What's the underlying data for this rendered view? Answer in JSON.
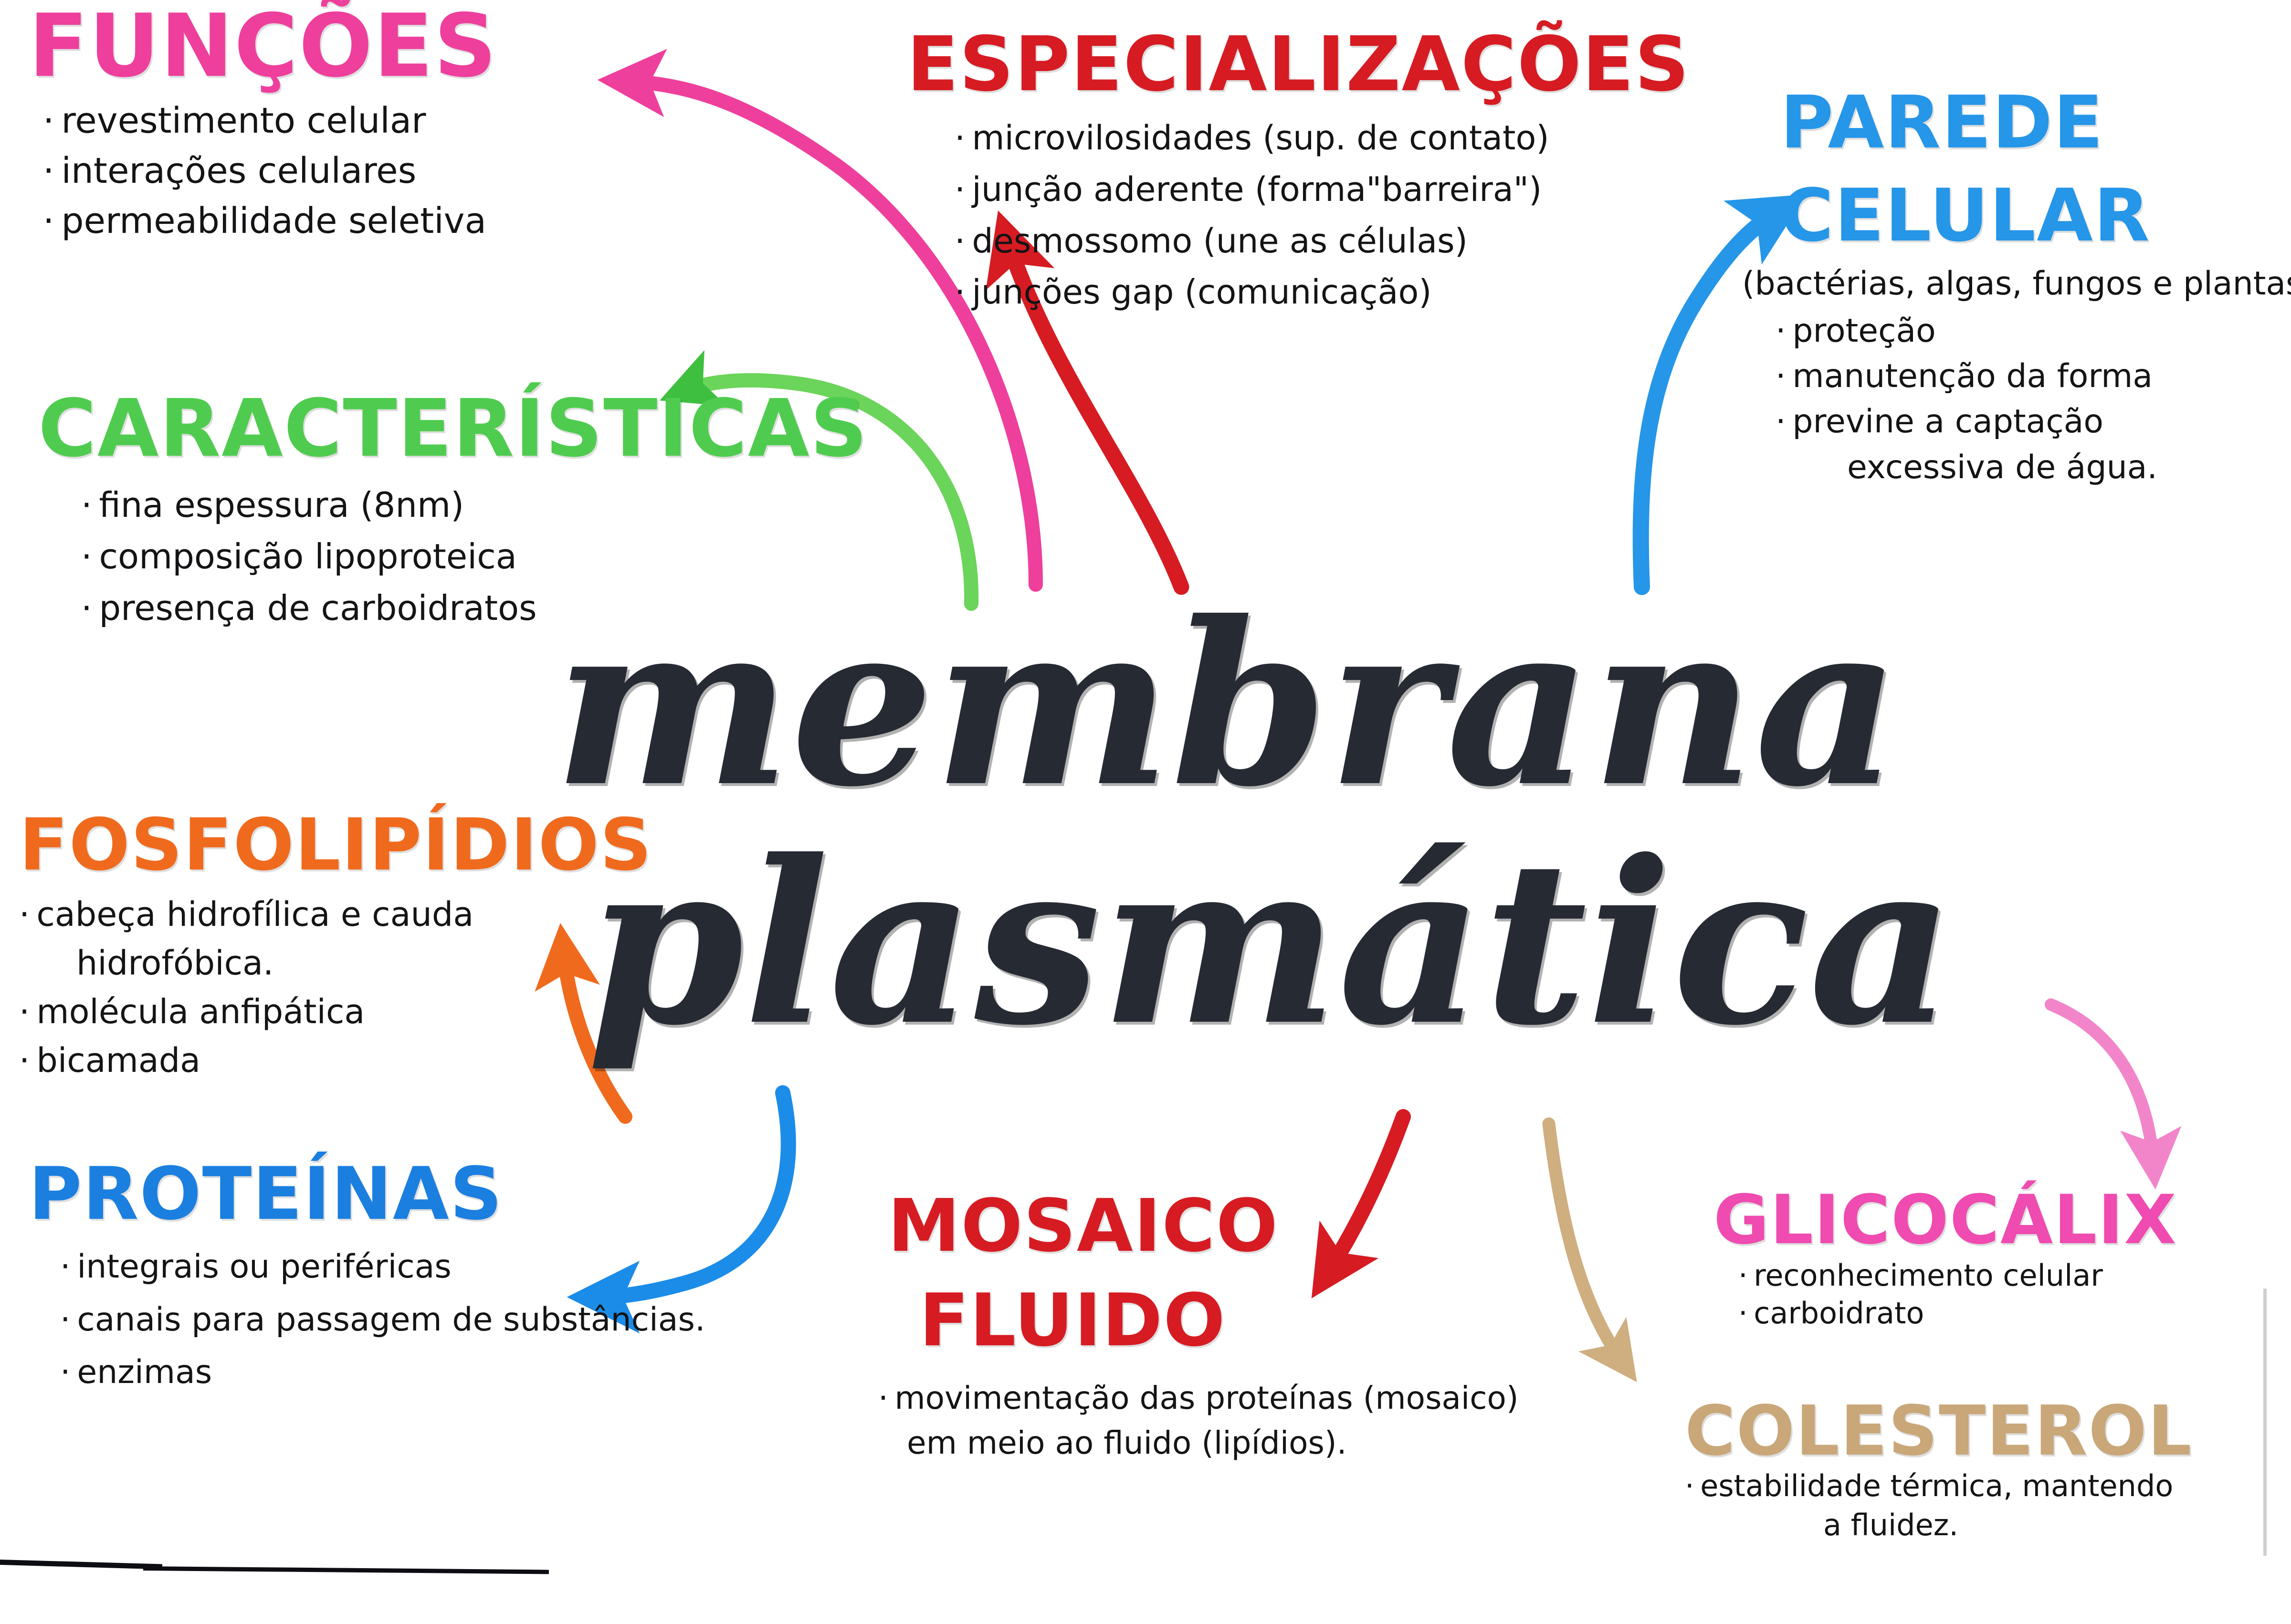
{
  "center": {
    "line1": "membrana",
    "line2": "plasmática",
    "color": "#262a33"
  },
  "nodes": [
    {
      "id": "funcoes",
      "title": "FUNÇÕES",
      "color": "#ee3f9c",
      "bullets": [
        "revestimento celular",
        "interações celulares",
        "permeabilidade seletiva"
      ]
    },
    {
      "id": "especializacoes",
      "title": "ESPECIALIZAÇÕES",
      "color": "#d61b22",
      "bullets": [
        "microvilosidades (sup. de contato)",
        "junção aderente (forma\"barreira\")",
        "desmossomo (une as células)",
        "junções gap (comunicação)"
      ]
    },
    {
      "id": "parede",
      "title_line1": "PAREDE",
      "title_line2": "CELULAR",
      "color": "#2596e8",
      "subnote": "(bactérias, algas, fungos e plantas)",
      "bullets": [
        "proteção",
        "manutenção da forma",
        "previne a captação"
      ],
      "bullet_continuation": "excessiva de água."
    },
    {
      "id": "caracteristicas",
      "title": "CARACTERÍSTICAS",
      "color": "#4fcc4f",
      "bullets": [
        "fina espessura (8nm)",
        "composição lipoproteica",
        "presença de carboidratos"
      ]
    },
    {
      "id": "fosfolipidios",
      "title": "FOSFOLIPÍDIOS",
      "color": "#f06a1e",
      "bullets": [
        "cabeça hidrofílica e cauda",
        "molécula anfipática",
        "bicamada"
      ],
      "bullet_continuation": "hidrofóbica."
    },
    {
      "id": "proteinas",
      "title": "PROTEÍNAS",
      "color": "#1b7fe0",
      "bullets": [
        "integrais ou periféricas",
        "canais para passagem de substâncias.",
        "enzimas"
      ]
    },
    {
      "id": "mosaico",
      "title_line1": "MOSAICO",
      "title_line2": "FLUIDO",
      "color": "#d61b22",
      "bullets": [
        "movimentação das proteínas (mosaico)"
      ],
      "bullet_continuation": "em meio ao fluido (lipídios)."
    },
    {
      "id": "glicocalix",
      "title": "GLICOCÁLIX",
      "color": "#ef4bb0",
      "bullets": [
        "reconhecimento celular",
        "carboidrato"
      ]
    },
    {
      "id": "colesterol",
      "title": "COLESTEROL",
      "color": "#c9a779",
      "bullets": [
        "estabilidade térmica, mantendo"
      ],
      "bullet_continuation": "a fluidez."
    }
  ],
  "arrows": [
    {
      "name": "arrow-to-funcoes",
      "color": "#ee3f9c",
      "points_to": "FUNÇÕES"
    },
    {
      "name": "arrow-to-caracteristicas",
      "color": "#6bd45a",
      "points_to": "CARACTERÍSTICAS"
    },
    {
      "name": "arrow-to-especializacoes",
      "color": "#d61b22",
      "points_to": "ESPECIALIZAÇÕES"
    },
    {
      "name": "arrow-to-parede",
      "color": "#2596e8",
      "points_to": "PAREDE CELULAR"
    },
    {
      "name": "arrow-to-fosfolipidios",
      "color": "#f06a1e",
      "points_to": "FOSFOLIPÍDIOS"
    },
    {
      "name": "arrow-to-proteinas",
      "color": "#1b8ce8",
      "points_to": "PROTEÍNAS"
    },
    {
      "name": "arrow-to-mosaico",
      "color": "#d61b22",
      "points_to": "MOSAICO FLUIDO"
    },
    {
      "name": "arrow-to-colesterol",
      "color": "#cfae80",
      "points_to": "COLESTEROL"
    },
    {
      "name": "arrow-to-glicocalix",
      "color": "#f285c9",
      "points_to": "GLICOCÁLIX"
    }
  ]
}
